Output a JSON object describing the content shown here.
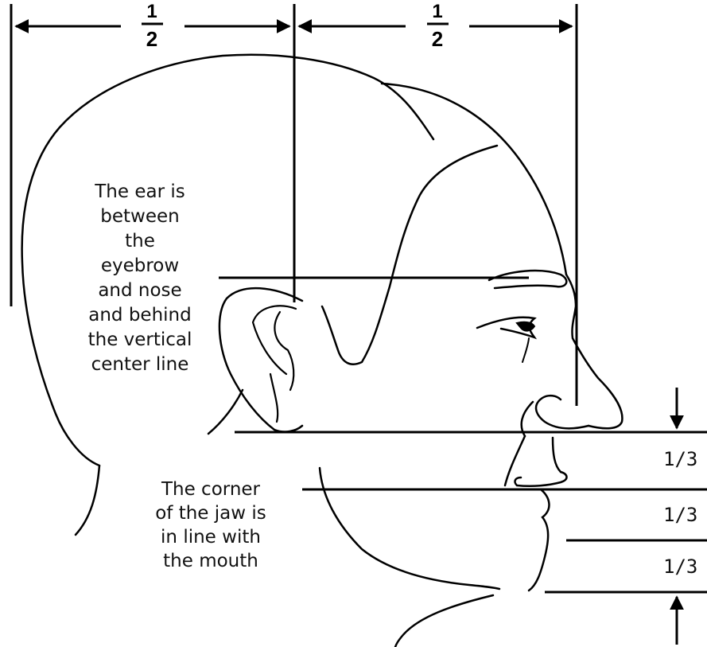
{
  "top_fractions": {
    "left": {
      "numerator": "1",
      "denominator": "2"
    },
    "right": {
      "numerator": "1",
      "denominator": "2"
    }
  },
  "ear_note": {
    "lines": [
      "The ear is",
      "between",
      "the",
      "eyebrow",
      "and nose",
      "and behind",
      "the vertical",
      "center line"
    ]
  },
  "jaw_note": {
    "lines": [
      "The corner",
      "of the jaw is",
      "in line with",
      "the mouth"
    ]
  },
  "face_thirds": [
    "1/3",
    "1/3",
    "1/3"
  ]
}
